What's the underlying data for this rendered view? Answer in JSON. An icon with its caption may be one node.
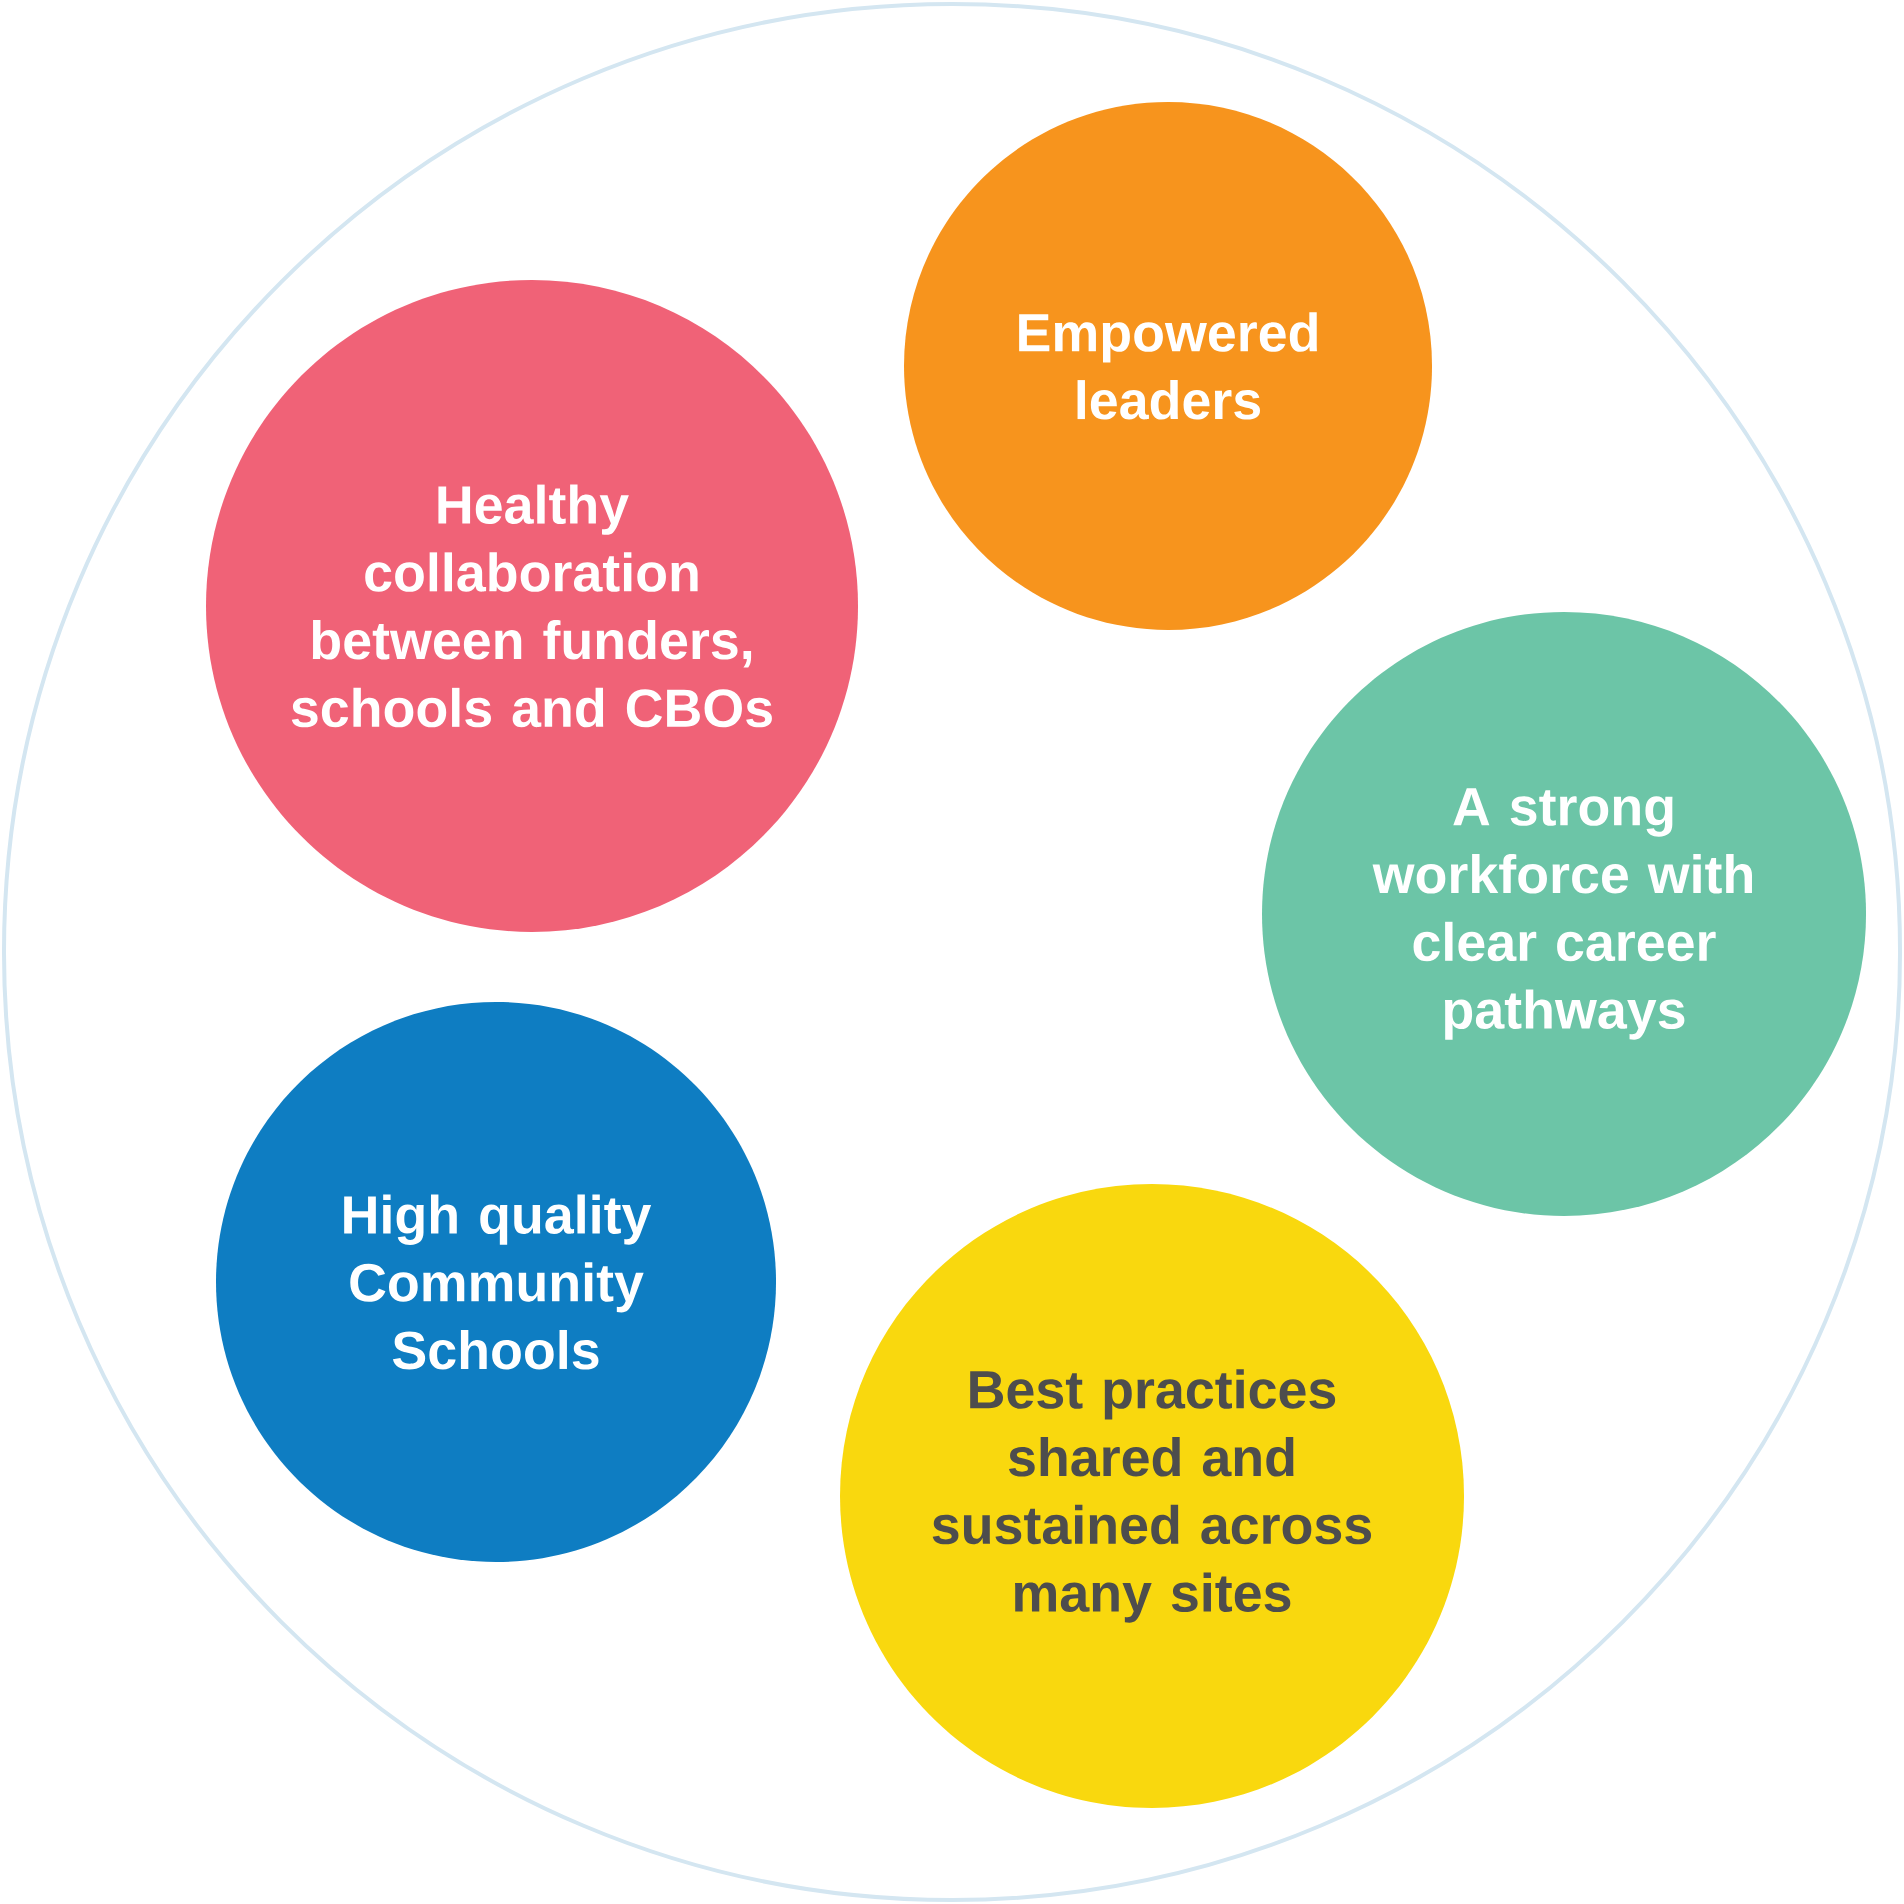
{
  "diagram": {
    "nodes": [
      {
        "text": [],
        "shape": "circle"
      },
      {
        "text": [
          "Empowered leaders"
        ],
        "in": 0
      },
      {
        "text": [
          "Healthy collaboration between funders, schools and CBOs"
        ],
        "in": 0
      },
      {
        "text": [
          "A strong workforce with clear career pathways"
        ],
        "in": 0
      },
      {
        "text": [
          "High quality Community Schools"
        ],
        "in": 0
      },
      {
        "text": [
          "Best practices shared and sustained across many sites"
        ],
        "in": 0
      }
    ]
  }
}
